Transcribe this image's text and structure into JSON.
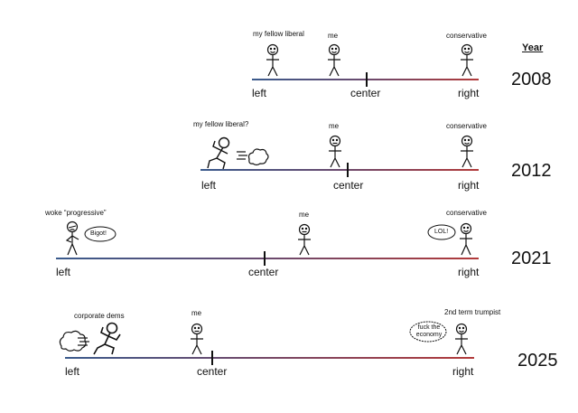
{
  "header": {
    "year_label": "Year"
  },
  "colors": {
    "left": "#3a5a8c",
    "right": "#b23a3a",
    "ink": "#111111"
  },
  "rows": [
    {
      "year": "2008",
      "axis": {
        "left": "left",
        "center": "center",
        "right": "right"
      },
      "figures": {
        "fellow_liberal": "my fellow liberal",
        "me": "me",
        "conservative": "conservative"
      },
      "me_expression": "smile"
    },
    {
      "year": "2012",
      "axis": {
        "left": "left",
        "center": "center",
        "right": "right"
      },
      "figures": {
        "fellow_liberal": "my fellow liberal?",
        "me": "me",
        "conservative": "conservative"
      },
      "me_expression": "neutral"
    },
    {
      "year": "2021",
      "axis": {
        "left": "left",
        "center": "center",
        "right": "right"
      },
      "figures": {
        "woke": "woke “progressive”",
        "me": "me",
        "conservative": "conservative"
      },
      "bubbles": {
        "woke": "Bigot!",
        "conservative": "LOL!"
      },
      "me_expression": "neutral"
    },
    {
      "year": "2025",
      "axis": {
        "left": "left",
        "center": "center",
        "right": "right"
      },
      "figures": {
        "corporate_dems": "corporate dems",
        "me": "me",
        "trumpist": "2nd term trumpist"
      },
      "bubbles": {
        "trumpist": "fuck the economy"
      },
      "me_expression": "neutral"
    }
  ]
}
